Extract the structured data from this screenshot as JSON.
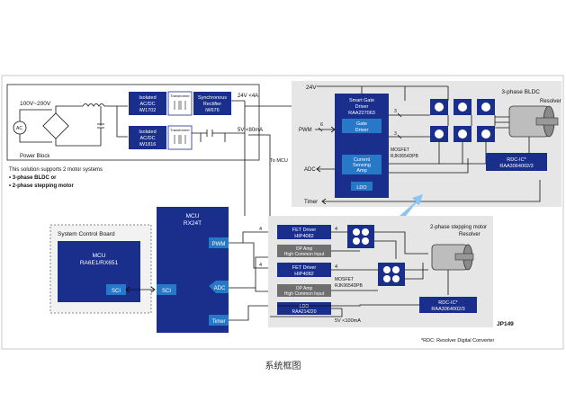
{
  "power_block": {
    "input_voltage": "100V~200V",
    "ac_symbol": "AC",
    "label": "Power Block",
    "isolated1_lines": [
      "Isolated",
      "AC/DC",
      "iW1702"
    ],
    "transformer1": "Transformer",
    "sync_rect_lines": [
      "Synchronous",
      "Rectifier",
      "iW676"
    ],
    "isolated2_lines": [
      "Isolated",
      "AC/DC",
      "iW1816"
    ],
    "transformer2": "Transformer",
    "out_24v": "24V <4A",
    "out_5v": "5V <80mA"
  },
  "support_note": {
    "line1": "This solution supports 2 motor systems",
    "line2": "• 3-phase BLDC or",
    "line3": "• 2-phase stepping motor"
  },
  "system_control": {
    "title": "System Control Board",
    "mcu_lines": [
      "MCU",
      "RA6E1/RX651"
    ],
    "sci": "SCI"
  },
  "mcu_main": {
    "lines": [
      "MCU",
      "RX24T"
    ],
    "pwm": "PWM",
    "sci": "SCI",
    "adc": "ADC",
    "timer": "Timer"
  },
  "bldc": {
    "v24": "24V",
    "gate_driver_lines": [
      "Smart Gate",
      "Driver",
      "RAA227063"
    ],
    "gate_driver_sub": [
      "Gate",
      "Driver"
    ],
    "current_amp_lines": [
      "Current",
      "Sensing",
      "Amp"
    ],
    "ldo": "LDO",
    "mosfet_lines": [
      "MOSFET",
      "RJK0654DPB"
    ],
    "pwm": "PWM",
    "pwm_count": "6",
    "bus3a": "3",
    "bus3b": "3",
    "to_mcu": "To MCU",
    "adc": "ADC",
    "timer": "Timer",
    "motor_title": "3-phase BLDC",
    "resolver": "Resolver",
    "rdc_lines": [
      "RDC-IC*",
      "RAA3064002/3"
    ]
  },
  "stepper": {
    "fet_driver1_lines": [
      "FET Driver",
      "HIP4082"
    ],
    "opamp1_lines": [
      "OP Amp",
      "High Common Input"
    ],
    "fet_driver2_lines": [
      "FET Driver",
      "HIP4082"
    ],
    "opamp2_lines": [
      "OP Amp",
      "High Common Input"
    ],
    "ldo_lines": [
      "LDO",
      "RAA214220"
    ],
    "mosfet_lines": [
      "MOSFET",
      "RJK0654DPB"
    ],
    "pwm_count1": "4",
    "pwm_count2": "4",
    "drv_count1": "4",
    "drv_count2": "4",
    "out_5v": "5V <100mA",
    "motor_title": "2-phase stepping motor",
    "resolver": "Resolver",
    "rdc_lines": [
      "RDC-IC*",
      "RAA3064002/3"
    ],
    "board_id": "JP149"
  },
  "footnote": "*RDC: Resolver Digital Converter",
  "caption": "系统框图"
}
